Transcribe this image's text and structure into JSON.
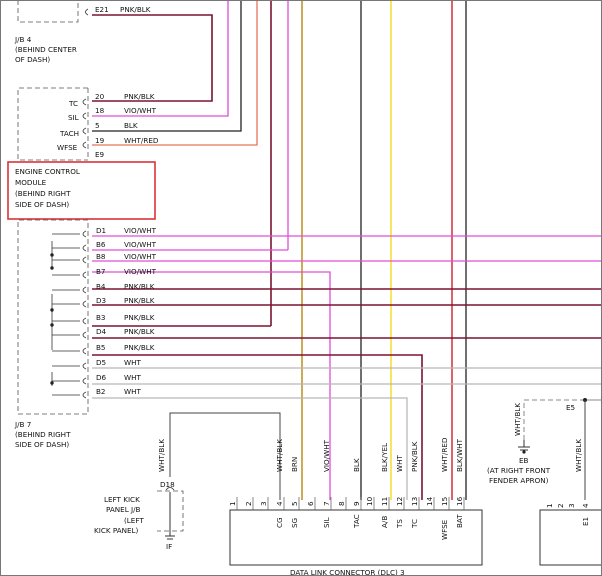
{
  "top_connector": {
    "pin": "E21",
    "wire": "PNK/BLK"
  },
  "jb4": {
    "line1": "J/B 4",
    "line2": "(BEHIND CENTER",
    "line3": "OF DASH)"
  },
  "ecm_terminals": [
    {
      "name": "TC",
      "pin": "20",
      "wire": "PNK/BLK"
    },
    {
      "name": "SIL",
      "pin": "18",
      "wire": "VIO/WHT"
    },
    {
      "name": "TACH",
      "pin": "5",
      "wire": "BLK"
    },
    {
      "name": "WFSE",
      "pin": "19",
      "wire": "WHT/RED"
    }
  ],
  "ecm_connector_id": "E9",
  "ecm_box": {
    "line1": "ENGINE CONTROL",
    "line2": "MODULE",
    "line3": "(BEHIND RIGHT",
    "line4": "SIDE OF DASH)",
    "highlight": "#d9343a"
  },
  "jb7_pins": [
    {
      "pin": "D1",
      "wire": "VIO/WHT"
    },
    {
      "pin": "B6",
      "wire": "VIO/WHT"
    },
    {
      "pin": "B8",
      "wire": "VIO/WHT"
    },
    {
      "pin": "B7",
      "wire": "VIO/WHT"
    },
    {
      "pin": "B4",
      "wire": "PNK/BLK"
    },
    {
      "pin": "D3",
      "wire": "PNK/BLK"
    },
    {
      "pin": "B3",
      "wire": "PNK/BLK"
    },
    {
      "pin": "D4",
      "wire": "PNK/BLK"
    },
    {
      "pin": "B5",
      "wire": "PNK/BLK"
    },
    {
      "pin": "D5",
      "wire": "WHT"
    },
    {
      "pin": "D6",
      "wire": "WHT"
    },
    {
      "pin": "B2",
      "wire": "WHT"
    }
  ],
  "jb7": {
    "line1": "J/B 7",
    "line2": "(BEHIND RIGHT",
    "line3": "SIDE OF DASH)"
  },
  "left_ground": {
    "wire": "WHT/BLK",
    "pin": "D18",
    "line1": "LEFT KICK",
    "line2": "PANEL J/B",
    "line3": "(LEFT",
    "line4": "KICK PANEL)",
    "id": "IF"
  },
  "dlc_wires": [
    {
      "pin": "4",
      "wire": "WHT/BLK"
    },
    {
      "pin": "5",
      "wire": "BRN"
    },
    {
      "pin": "7",
      "wire": "VIO/WHT"
    },
    {
      "pin": "9",
      "wire": "BLK"
    },
    {
      "pin": "11",
      "wire": "BLK/YEL"
    },
    {
      "pin": "12",
      "wire": "WHT"
    },
    {
      "pin": "13",
      "wire": "PNK/BLK"
    },
    {
      "pin": "15",
      "wire": "WHT/RED"
    },
    {
      "pin": "16",
      "wire": "BLK/WHT"
    }
  ],
  "dlc_pin_numbers": [
    "1",
    "2",
    "3",
    "4",
    "5",
    "6",
    "7",
    "8",
    "9",
    "10",
    "11",
    "12",
    "13",
    "14",
    "15",
    "16"
  ],
  "dlc_pin_labels": [
    {
      "pin": "4",
      "label": "CG"
    },
    {
      "pin": "5",
      "label": "SG"
    },
    {
      "pin": "7",
      "label": "SIL"
    },
    {
      "pin": "9",
      "label": "TAC"
    },
    {
      "pin": "11",
      "label": "A/B"
    },
    {
      "pin": "12",
      "label": "TS"
    },
    {
      "pin": "13",
      "label": "TC"
    },
    {
      "pin": "15",
      "label": "WFSE"
    },
    {
      "pin": "16",
      "label": "BAT"
    }
  ],
  "dlc_title": "DATA LINK CONNECTOR (DLC) 3",
  "right_ground": {
    "wire": "WHT/BLK",
    "id": "EB",
    "line1": "(AT RIGHT FRONT",
    "line2": "FENDER APRON)",
    "e5": "E5",
    "wire2": "WHT/BLK"
  },
  "right_connector": {
    "pins": [
      "1",
      "2",
      "3",
      "4"
    ],
    "label": "E1"
  },
  "colors": {
    "pink": "#e04fd6",
    "maroon": "#7a1430",
    "orange": "#e8745a",
    "brown": "#b8870e",
    "yellow": "#f2dd1c",
    "red": "#cc2030",
    "gray": "#b8b8b8",
    "black": "#222222"
  }
}
